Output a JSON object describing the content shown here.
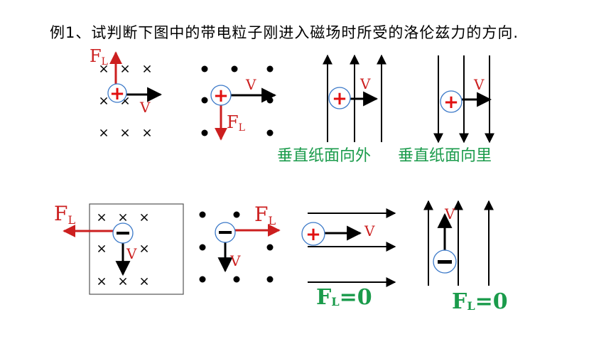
{
  "title": "例1、试判断下图中的带电粒子刚进入磁场时所受的洛伦兹力的方向.",
  "colors": {
    "force": "#cc1f1f",
    "charge_plus": "#e11010",
    "note": "#1a9b4b",
    "ink": "#000000",
    "circle": "#3a78c8"
  },
  "symbols": {
    "cross": "×",
    "plus": "+",
    "minus": "−"
  },
  "labels": {
    "velocity": "V",
    "force": "F",
    "force_sub": "L",
    "zero": "=0"
  },
  "notes": {
    "out": "垂直纸面向外",
    "in": "垂直纸面向里"
  }
}
